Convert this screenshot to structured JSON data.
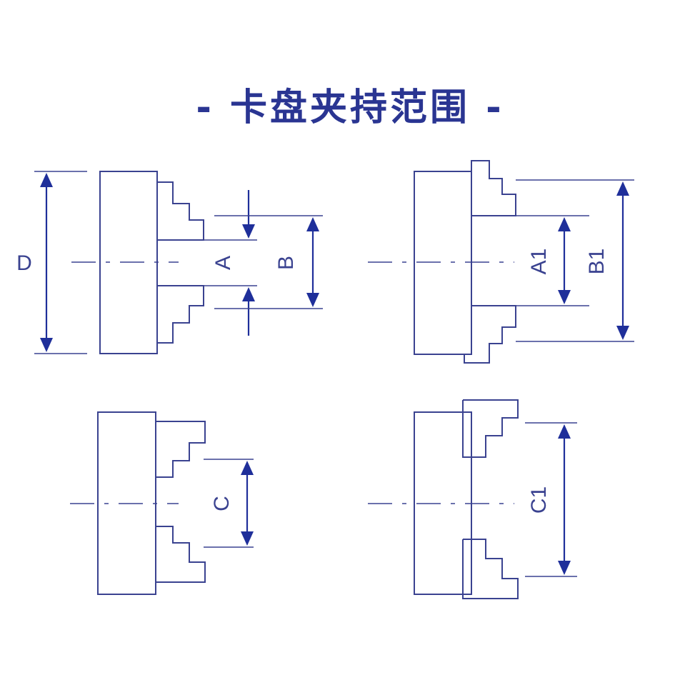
{
  "title": "- 卡盘夹持范围 -",
  "labels": {
    "D": "D",
    "A": "A",
    "B": "B",
    "A1": "A1",
    "B1": "B1",
    "C": "C",
    "C1": "C1"
  },
  "colors": {
    "title": "#2a3592",
    "line": "#3a4290",
    "arrow": "#1f2f9a",
    "background": "#ffffff"
  }
}
